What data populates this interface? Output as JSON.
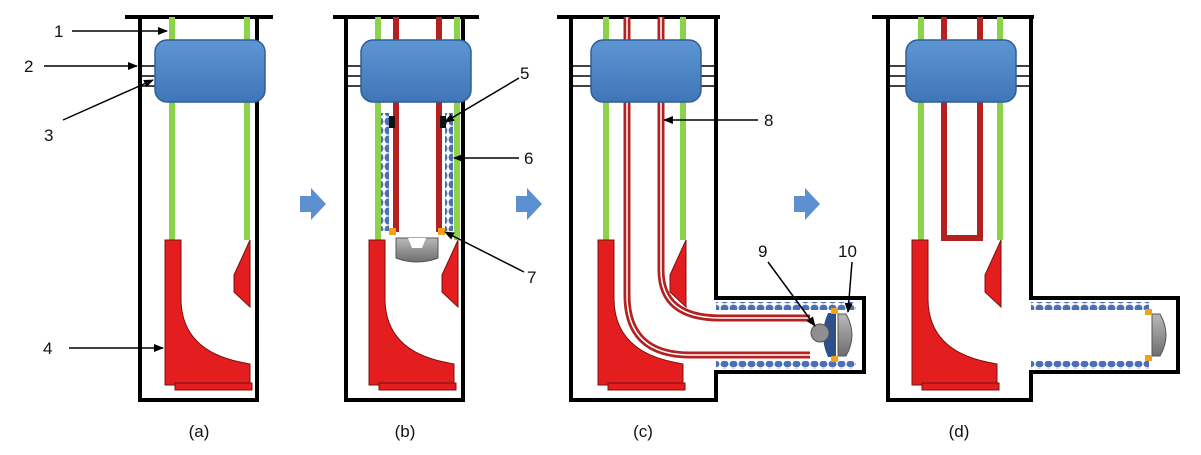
{
  "panels": [
    {
      "caption": "(a)"
    },
    {
      "caption": "(b)"
    },
    {
      "caption": "(c)"
    },
    {
      "caption": "(d)"
    }
  ],
  "callouts": [
    "1",
    "2",
    "3",
    "4",
    "5",
    "6",
    "7",
    "8",
    "9",
    "10"
  ],
  "colors": {
    "wall": "#000000",
    "block": "#4f86c6",
    "block_edge": "#2f5f95",
    "green_rod": "#8cd24a",
    "red_part": "#e41e1e",
    "red_tube": "#b32121",
    "tube_inner": "#ffffff",
    "chain": "#4d6fb5",
    "gray_cap": "#8a8a8a",
    "orange_tab": "#f0a21a",
    "arrow": "#5b8fd0"
  }
}
